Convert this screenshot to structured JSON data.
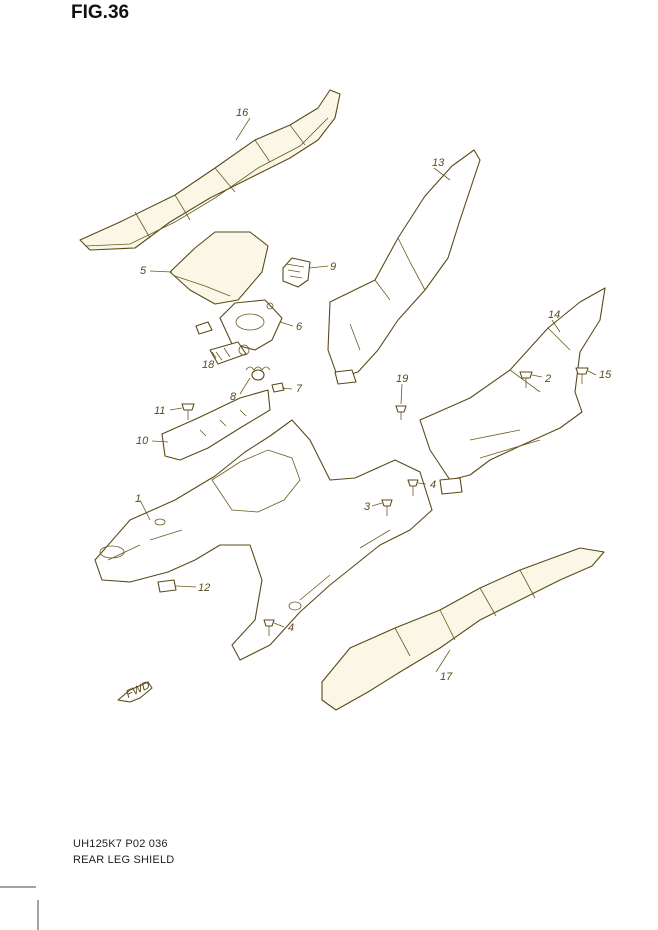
{
  "figure": {
    "title": "FIG.36",
    "code": "UH125K7 P02  036",
    "name": "REAR LEG SHIELD"
  },
  "callouts": [
    {
      "number": "1"
    },
    {
      "number": "2"
    },
    {
      "number": "3"
    },
    {
      "number": "4"
    },
    {
      "number": "4"
    },
    {
      "number": "5"
    },
    {
      "number": "6"
    },
    {
      "number": "7"
    },
    {
      "number": "8"
    },
    {
      "number": "9"
    },
    {
      "number": "10"
    },
    {
      "number": "11"
    },
    {
      "number": "12"
    },
    {
      "number": "13"
    },
    {
      "number": "14"
    },
    {
      "number": "15"
    },
    {
      "number": "16"
    },
    {
      "number": "17"
    },
    {
      "number": "18"
    },
    {
      "number": "19"
    }
  ],
  "direction_arrow": {
    "label": "FWD",
    "icon": "forward-arrow-icon"
  },
  "colors": {
    "line": "#5a4a1a",
    "text": "#222222"
  }
}
